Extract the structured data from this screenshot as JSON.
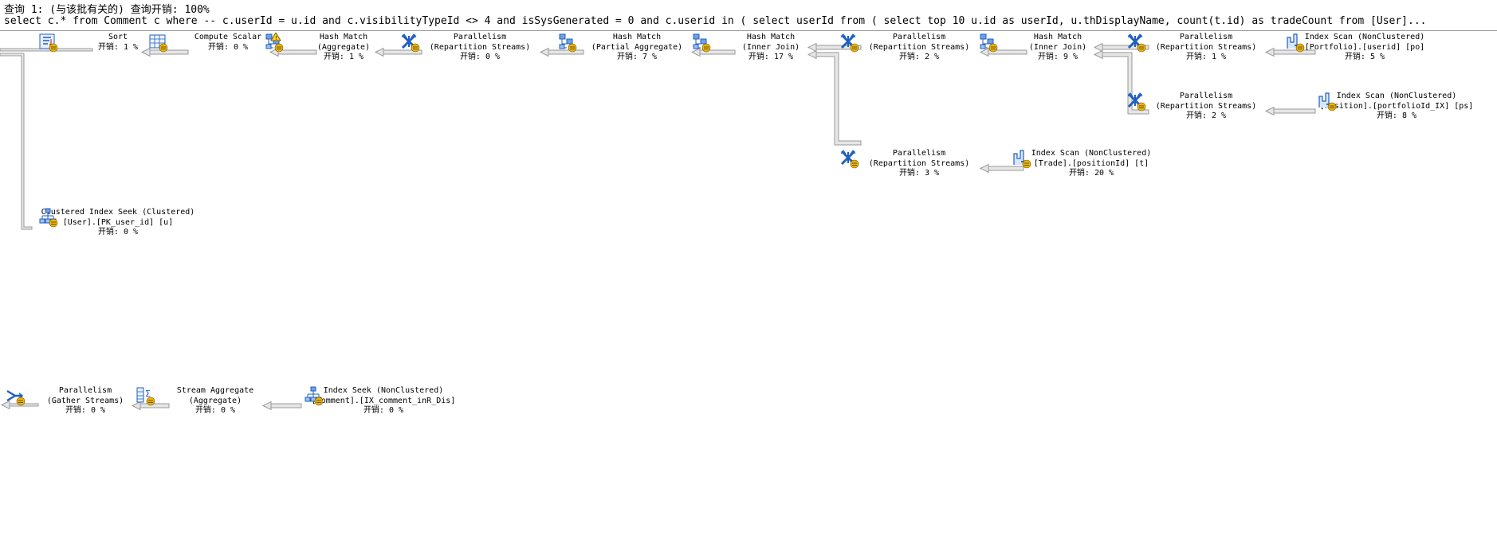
{
  "header": {
    "title": "查询 1: (与该批有关的) 查询开销: 100%",
    "sql": "select c.* from Comment c where -- c.userId = u.id and c.visibilityTypeId <> 4 and isSysGenerated = 0 and c.userid in ( select userId from ( select top 10 u.id as userId, u.thDisplayName, count(t.id) as tradeCount from [User]..."
  },
  "colors": {
    "select_icon": "#f0b400",
    "edge_fill": "#e6e6e6",
    "edge_stroke": "#9a9a9a"
  },
  "nodes": [
    {
      "id": "sort",
      "icon": "sort-icon",
      "line1": "Sort",
      "line2": "",
      "cost": "开销: 1 %"
    },
    {
      "id": "compute_scalar",
      "icon": "compute-scalar-icon",
      "line1": "Compute Scalar",
      "line2": "",
      "cost": "开销: 0 %"
    },
    {
      "id": "hash_match_aggregate",
      "icon": "hash-match-warning-icon",
      "line1": "Hash Match",
      "line2": "(Aggregate)",
      "cost": "开销: 1 %"
    },
    {
      "id": "parallelism_1",
      "icon": "parallelism-repartition-icon",
      "line1": "Parallelism",
      "line2": "(Repartition Streams)",
      "cost": "开销: 0 %"
    },
    {
      "id": "hash_match_partial",
      "icon": "hash-match-icon",
      "line1": "Hash Match",
      "line2": "(Partial Aggregate)",
      "cost": "开销: 7 %"
    },
    {
      "id": "hash_match_join_1",
      "icon": "hash-match-icon",
      "line1": "Hash Match",
      "line2": "(Inner Join)",
      "cost": "开销: 17 %"
    },
    {
      "id": "parallelism_2",
      "icon": "parallelism-repartition-icon",
      "line1": "Parallelism",
      "line2": "(Repartition Streams)",
      "cost": "开销: 2 %"
    },
    {
      "id": "hash_match_join_2",
      "icon": "hash-match-icon",
      "line1": "Hash Match",
      "line2": "(Inner Join)",
      "cost": "开销: 9 %"
    },
    {
      "id": "parallelism_3",
      "icon": "parallelism-repartition-icon",
      "line1": "Parallelism",
      "line2": "(Repartition Streams)",
      "cost": "开销: 1 %"
    },
    {
      "id": "index_scan_portfolio",
      "icon": "index-scan-icon",
      "line1": "Index Scan (NonClustered)",
      "line2": "[Portfolio].[userid] [po]",
      "cost": "开销: 5 %"
    },
    {
      "id": "parallelism_4",
      "icon": "parallelism-repartition-icon",
      "line1": "Parallelism",
      "line2": "(Repartition Streams)",
      "cost": "开销: 2 %"
    },
    {
      "id": "index_scan_position",
      "icon": "index-scan-icon",
      "line1": "Index Scan (NonClustered)",
      "line2": "[Position].[portfolioId_IX] [ps]",
      "cost": "开销: 8 %"
    },
    {
      "id": "parallelism_5",
      "icon": "parallelism-repartition-icon",
      "line1": "Parallelism",
      "line2": "(Repartition Streams)",
      "cost": "开销: 3 %"
    },
    {
      "id": "index_scan_trade",
      "icon": "index-scan-icon",
      "line1": "Index Scan (NonClustered)",
      "line2": "[Trade].[positionId] [t]",
      "cost": "开销: 20 %"
    },
    {
      "id": "clustered_index_seek_user",
      "icon": "clustered-index-seek-icon",
      "line1": "Clustered Index Seek (Clustered)",
      "line2": "[User].[PK_user_id] [u]",
      "cost": "开销: 0 %"
    },
    {
      "id": "parallelism_gather",
      "icon": "parallelism-gather-icon",
      "line1": "Parallelism",
      "line2": "(Gather Streams)",
      "cost": "开销: 0 %"
    },
    {
      "id": "stream_aggregate",
      "icon": "stream-aggregate-icon",
      "line1": "Stream Aggregate",
      "line2": "(Aggregate)",
      "cost": "开销: 0 %"
    },
    {
      "id": "index_seek_comment",
      "icon": "index-seek-icon",
      "line1": "Index Seek (NonClustered)",
      "line2": "[Comment].[IX_comment_inR_Dis]",
      "cost": "开销: 0 %"
    }
  ]
}
